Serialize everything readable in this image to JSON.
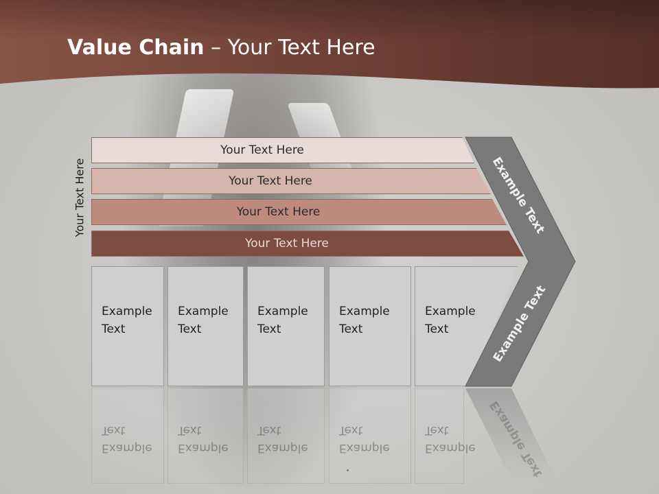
{
  "title": {
    "bold": "Value Chain",
    "rest": " – Your Text Here"
  },
  "side_label": "Your Text Here",
  "bars": [
    "Your Text Here",
    "Your Text Here",
    "Your Text Here",
    "Your Text Here"
  ],
  "boxes": [
    {
      "line1": "Example",
      "line2": "Text"
    },
    {
      "line1": "Example",
      "line2": "Text"
    },
    {
      "line1": "Example",
      "line2": "Text"
    },
    {
      "line1": "Example",
      "line2": "Text"
    },
    {
      "line1": "Example",
      "line2": "Text"
    }
  ],
  "chevron": {
    "top_text": "Example Text",
    "bottom_text": "Example Text"
  },
  "colors": {
    "header": "#6e4035",
    "bar1": "#e8dcd9",
    "bar2": "#d5b5ab",
    "bar3": "#bd8b7d",
    "bar4": "#7d4c40",
    "chevron": "#7a7a7a",
    "box": "#cfcfcf"
  }
}
